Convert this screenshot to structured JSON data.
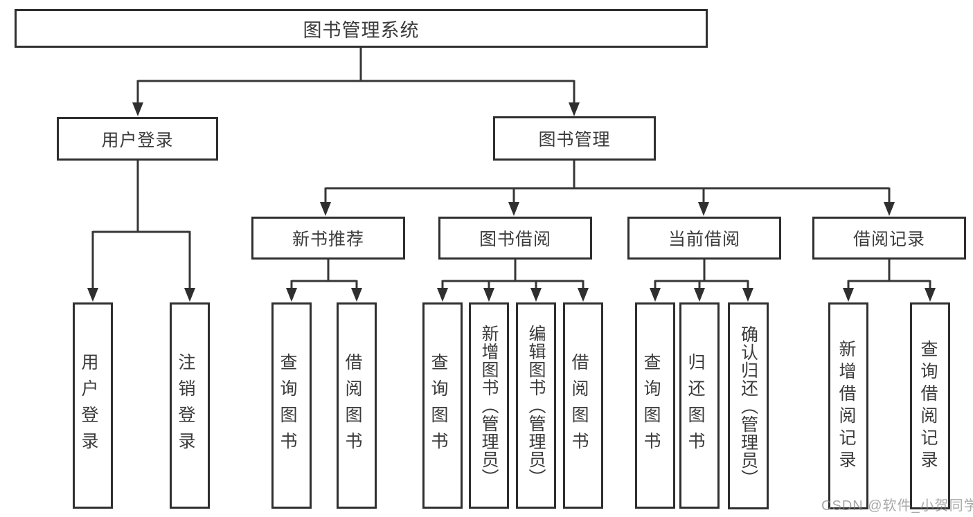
{
  "diagram_type": "functional-structure-tree",
  "nodes": {
    "root": "图书管理系统",
    "user_login": "用户登录",
    "book_management": "图书管理",
    "new_book_recommend": "新书推荐",
    "book_borrow": "图书借阅",
    "current_borrow": "当前借阅",
    "borrow_records": "借阅记录",
    "leaf_user_login": "用户登录",
    "leaf_logout": "注销登录",
    "leaf_query_book_under_recommend": "查询图书",
    "leaf_borrow_book_under_recommend": "借阅图书",
    "leaf_query_book_under_borrow": "查询图书",
    "leaf_add_book_admin": "新增图书（管理员）",
    "leaf_edit_book_admin": "编辑图书（管理员）",
    "leaf_borrow_book_under_borrow": "借阅图书",
    "leaf_query_book_under_current": "查询图书",
    "leaf_return_book": "归还图书",
    "leaf_confirm_return_admin": "确认归还（管理员）",
    "leaf_add_borrow_record": "新增借阅记录",
    "leaf_query_borrow_record": "查询借阅记录"
  },
  "edges": [
    {
      "parent": "图书管理系统",
      "children": [
        "用户登录",
        "图书管理"
      ]
    },
    {
      "parent": "用户登录",
      "children": [
        "用户登录",
        "注销登录"
      ]
    },
    {
      "parent": "图书管理",
      "children": [
        "新书推荐",
        "图书借阅",
        "当前借阅",
        "借阅记录"
      ]
    },
    {
      "parent": "新书推荐",
      "children": [
        "查询图书",
        "借阅图书"
      ]
    },
    {
      "parent": "图书借阅",
      "children": [
        "查询图书",
        "新增图书（管理员）",
        "编辑图书（管理员）",
        "借阅图书"
      ]
    },
    {
      "parent": "当前借阅",
      "children": [
        "查询图书",
        "归还图书",
        "确认归还（管理员）"
      ]
    },
    {
      "parent": "借阅记录",
      "children": [
        "新增借阅记录",
        "查询借阅记录"
      ]
    }
  ],
  "watermark": "CSDN @软件_小贺同学",
  "colors": {
    "line": "#363636",
    "border": "#2f2f2f",
    "text": "#3b3b3b",
    "watermark": "#878787",
    "background": "#ffffff"
  }
}
